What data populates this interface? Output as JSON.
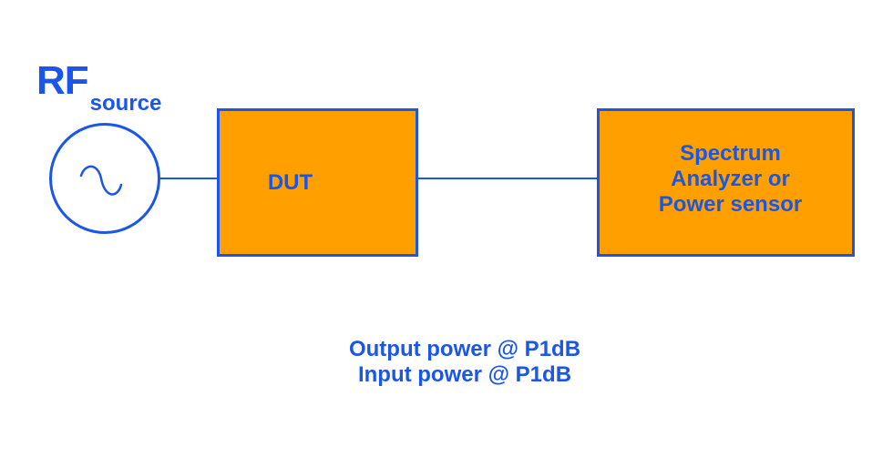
{
  "source": {
    "label_main": "RF",
    "label_sub": "source",
    "symbol": "sine-wave-icon"
  },
  "dut": {
    "label": "DUT"
  },
  "analyzer": {
    "lines": [
      "Spectrum",
      "Analyzer or",
      "Power sensor"
    ]
  },
  "notes": {
    "lines": [
      "Output power @ P1dB",
      "Input power @ P1dB"
    ]
  },
  "colors": {
    "accent": "#1a56e8",
    "block_fill": "#ffa000",
    "background": "#ffffff"
  }
}
